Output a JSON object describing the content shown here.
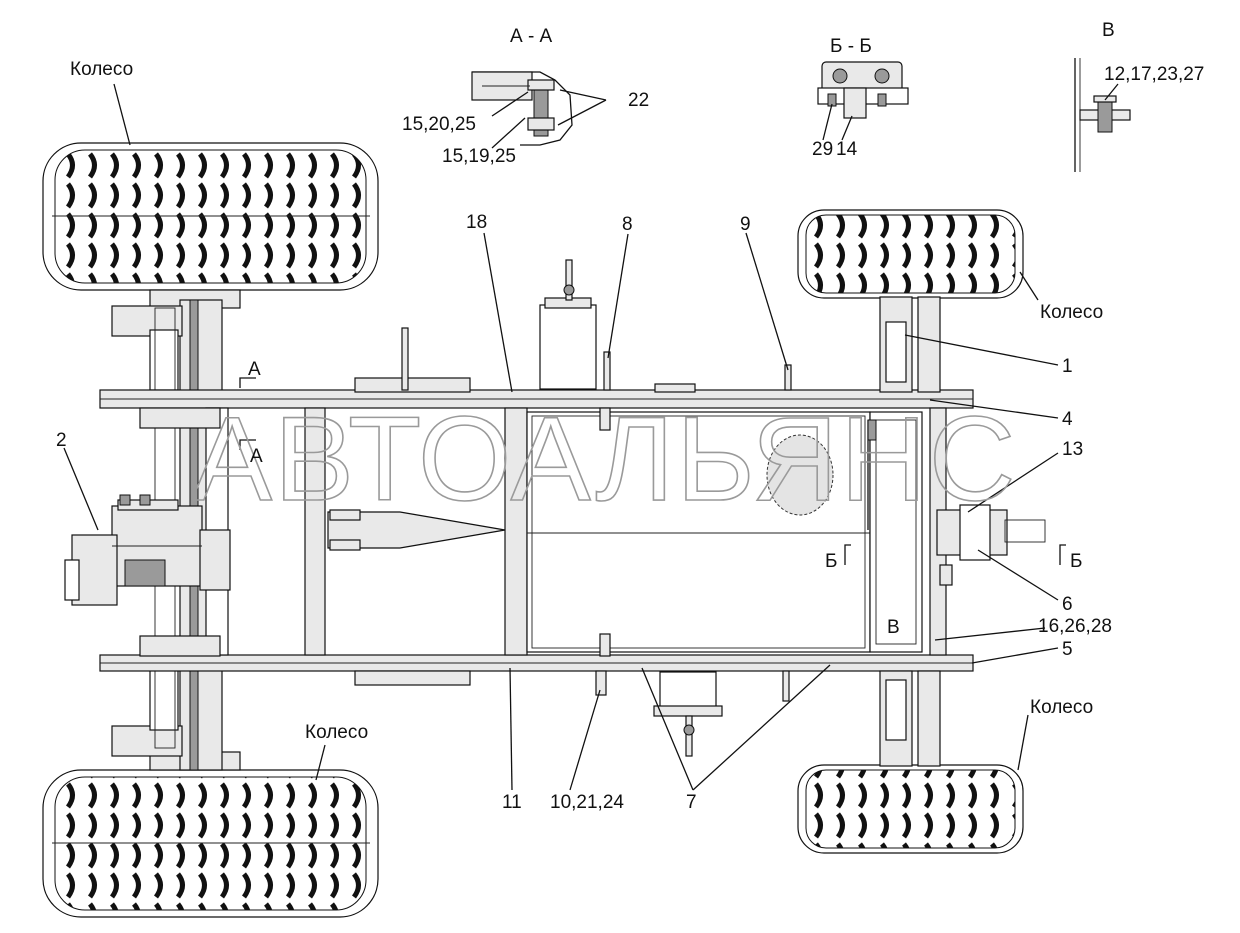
{
  "watermark": "АВТОАЛЬЯНС",
  "labels": {
    "wheel": "Колесо",
    "section_aa": "А - А",
    "section_bb": "Б - Б",
    "view_v": "В",
    "mark_a": "А",
    "mark_b": "Б",
    "p1": "1",
    "p2": "2",
    "p4": "4",
    "p5": "5",
    "p6": "6",
    "p7": "7",
    "p8": "8",
    "p9": "9",
    "p11": "11",
    "p13": "13",
    "p18": "18",
    "p22": "22",
    "p29": "29",
    "p14": "14",
    "p15_20_25": "15,20,25",
    "p15_19_25": "15,19,25",
    "p12_17_23_27": "12,17,23,27",
    "p10_21_24": "10,21,24",
    "p16_26_28": "16,26,28"
  }
}
